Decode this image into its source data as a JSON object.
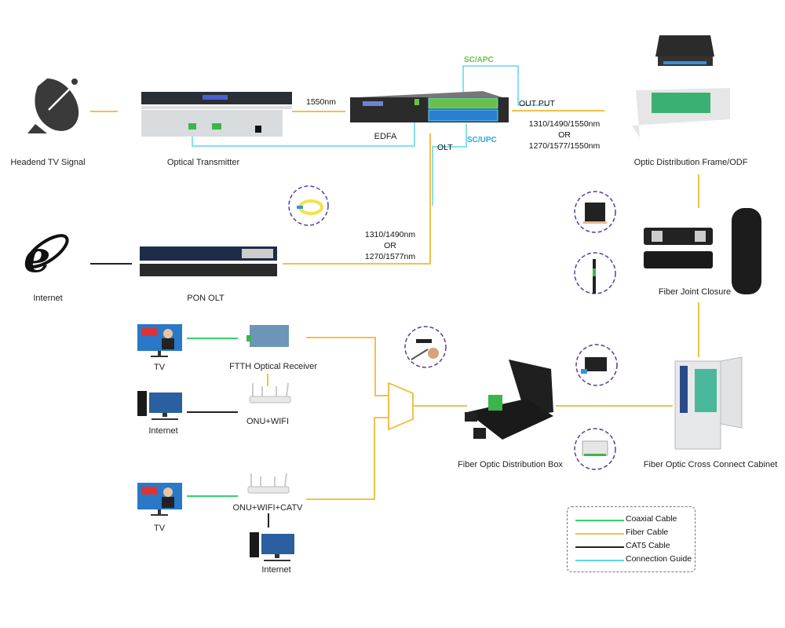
{
  "colors": {
    "coaxial": "#33d16b",
    "fiber": "#f2c04a",
    "cat5": "#222222",
    "guide": "#5fd8e6",
    "sc_apc": "#6cc04a",
    "sc_upc": "#2aa7e0",
    "accessory_ring": "#5b3a9e"
  },
  "nodes": {
    "headend": "Headend TV Signal",
    "transmitter": "Optical Transmitter",
    "edfa": "EDFA",
    "odf": "Optic Distribution Frame/ODF",
    "internet_top": "Internet",
    "pon_olt": "PON OLT",
    "joint_closure": "Fiber Joint Closure",
    "tv1": "TV",
    "ftth_receiver": "FTTH Optical Receiver",
    "internet2": "Internet",
    "onu_wifi": "ONU+WIFI",
    "tv2": "TV",
    "onu_wifi_catv": "ONU+WIFI+CATV",
    "internet3": "Internet",
    "distribution_box": "Fiber Optic Distribution Box",
    "cross_connect": "Fiber Optic Cross Connect Cabinet"
  },
  "link_labels": {
    "tx_edfa": "1550nm",
    "sc_apc": "SC/APC",
    "sc_upc": "SC/UPC",
    "output": "OUT PUT",
    "olt": "OLT",
    "wavelength_out": [
      "1310/1490/1550nm",
      "OR",
      "1270/1577/1550nm"
    ],
    "wavelength_olt": [
      "1310/1490nm",
      "OR",
      "1270/1577nm"
    ]
  },
  "legend": [
    {
      "label": "Coaxial Cable",
      "type": "coaxial"
    },
    {
      "label": "Fiber Cable",
      "type": "fiber"
    },
    {
      "label": "CAT5 Cable",
      "type": "cat5"
    },
    {
      "label": "Connection Guide",
      "type": "guide"
    }
  ]
}
